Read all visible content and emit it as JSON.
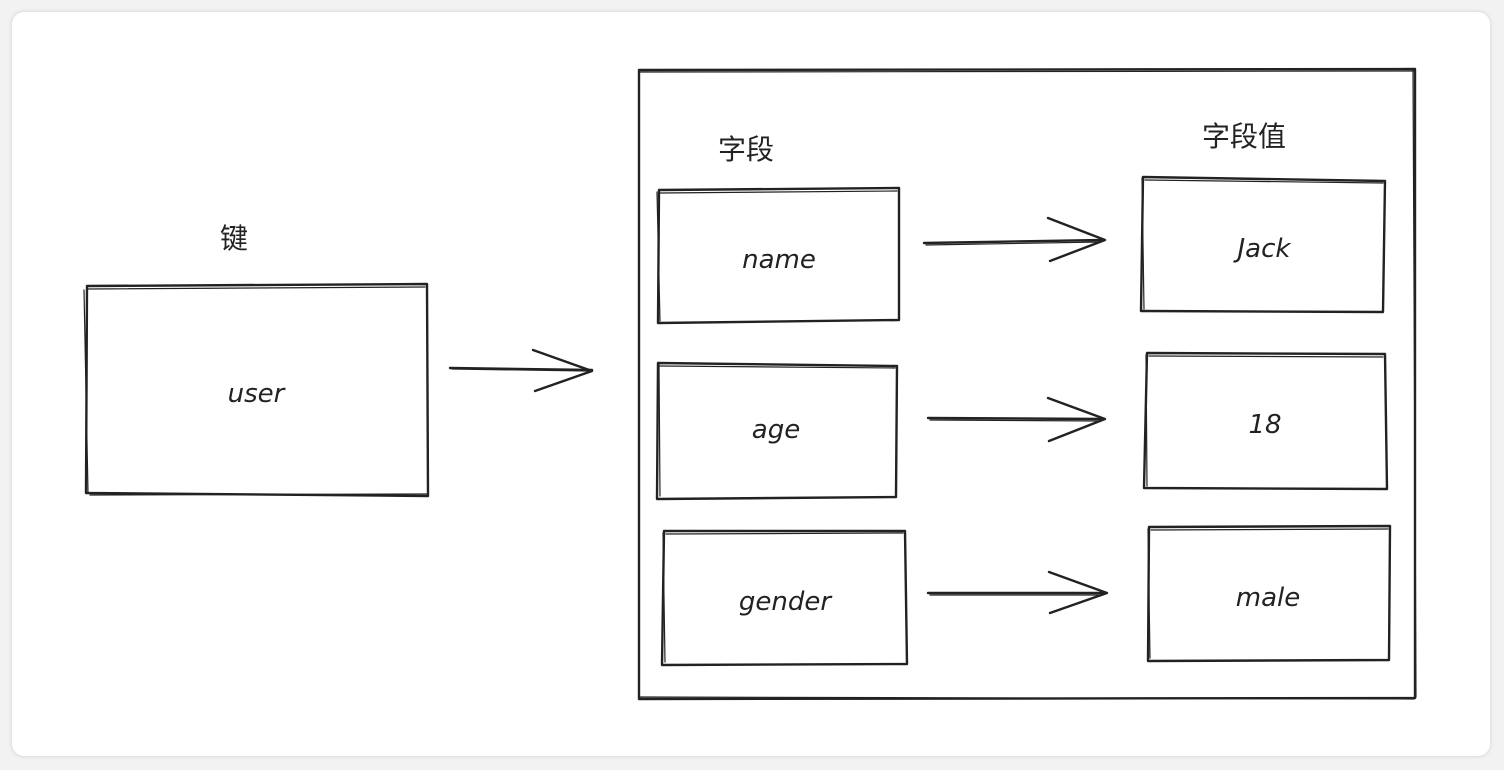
{
  "diagram": {
    "key_label": "键",
    "key_box": "user",
    "field_header": "字段",
    "value_header": "字段值",
    "rows": [
      {
        "field": "name",
        "value": "Jack"
      },
      {
        "field": "age",
        "value": "18"
      },
      {
        "field": "gender",
        "value": "male"
      }
    ]
  }
}
